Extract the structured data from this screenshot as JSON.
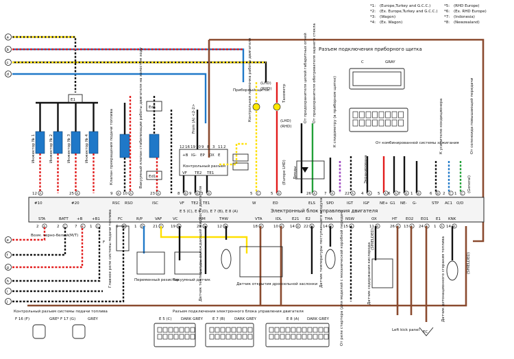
{
  "notes": [
    {
      "id": "*1:",
      "text": "(Europe,Turkey and G.C.C.)"
    },
    {
      "id": "*2:",
      "text": "(Ex. Europe,Turkey and G.C.C.)"
    },
    {
      "id": "*3:",
      "text": "(Wagon)"
    },
    {
      "id": "*4:",
      "text": "(Ex. Wagon)"
    },
    {
      "id": "*5:",
      "text": "(RHD Europe)"
    },
    {
      "id": "*6:",
      "text": "(Ex. RHD Europe)"
    },
    {
      "id": "*7:",
      "text": "(Indonesia)"
    },
    {
      "id": "*8:",
      "text": "(Newzealand)"
    }
  ],
  "left_markers": [
    "a",
    "b",
    "c",
    "d",
    "e",
    "f",
    "g",
    "h",
    "i",
    "j"
  ],
  "dash_panel_title": "Разъем подключения приборного щитка",
  "connector_c": {
    "code": "C",
    "colour": "GRAY"
  },
  "ecu": {
    "title": "Электронный блок управления двигателя",
    "connector_note": "E 5 (C), E 6 (D), E 7 (B), E 8 (A)",
    "top_pins": [
      {
        "num": "12",
        "letter": "A",
        "name": "#10"
      },
      {
        "num": "25",
        "letter": "A",
        "name": "#20"
      },
      {
        "num": "9",
        "letter": "A",
        "name": "RSC"
      },
      {
        "num": "10",
        "letter": "A",
        "name": "RSO"
      },
      {
        "num": "23",
        "letter": "A",
        "name": "ISC"
      },
      {
        "num": "8",
        "letter": "B",
        "name": "VF"
      },
      {
        "num": "9",
        "letter": "B",
        "name": "TE2"
      },
      {
        "num": "3",
        "letter": "B",
        "name": "TE1"
      },
      {
        "num": "5",
        "letter": "C",
        "name": "W"
      },
      {
        "num": "5",
        "letter": "B",
        "name": "ED"
      },
      {
        "num": "26",
        "letter": "A",
        "name": "ELS"
      },
      {
        "num": "7",
        "letter": "A",
        "name": "SPD"
      },
      {
        "num": "22",
        "letter": "A",
        "name": "IGT"
      },
      {
        "num": "4",
        "letter": "A",
        "name": "IGF"
      },
      {
        "num": "5",
        "letter": "A",
        "name": "NE+"
      },
      {
        "num": "6",
        "letter": "A",
        "name": "G1"
      },
      {
        "num": "7",
        "letter": "B",
        "name": "NE-"
      },
      {
        "num": "1",
        "letter": "B",
        "name": "G-"
      },
      {
        "num": "6",
        "letter": "B",
        "name": "STP"
      },
      {
        "num": "2",
        "letter": "C",
        "name": "AC1"
      },
      {
        "num": "1",
        "letter": "C",
        "name": "O/D"
      }
    ],
    "bottom_pins": [
      {
        "num": "2",
        "letter": "A",
        "name": "STA"
      },
      {
        "num": "2",
        "letter": "C",
        "name": "BATT"
      },
      {
        "num": "7",
        "letter": "C",
        "name": "+B"
      },
      {
        "num": "1",
        "letter": "C",
        "name": "+B1"
      },
      {
        "num": "6",
        "letter": "C",
        "name": "FC"
      },
      {
        "num": "1",
        "letter": "D",
        "name": "R/P"
      },
      {
        "num": "21",
        "letter": "B",
        "name": "VAF"
      },
      {
        "num": "19",
        "letter": "B",
        "name": "VC"
      },
      {
        "num": "20",
        "letter": "B",
        "name": "PIM"
      },
      {
        "num": "12",
        "letter": "B",
        "name": "THW"
      },
      {
        "num": "18",
        "letter": "B",
        "name": "VTA"
      },
      {
        "num": "10",
        "letter": "B",
        "name": "IDL"
      },
      {
        "num": "14",
        "letter": "B",
        "name": "E21"
      },
      {
        "num": "22",
        "letter": "B",
        "name": "E2"
      },
      {
        "num": "14",
        "letter": "B",
        "name": "THA"
      },
      {
        "num": "15",
        "letter": "A",
        "name": "NSW"
      },
      {
        "num": "11",
        "letter": "B",
        "name": "OX"
      },
      {
        "num": "26",
        "letter": "A",
        "name": "HT"
      },
      {
        "num": "13",
        "letter": "A",
        "name": "EO2"
      },
      {
        "num": "24",
        "letter": "A",
        "name": "EO1"
      },
      {
        "num": "1",
        "letter": "A",
        "name": "E1"
      },
      {
        "num": "14",
        "letter": "B",
        "name": "KNK"
      }
    ]
  },
  "components": {
    "injectors": [
      "Инжектор № 1",
      "Инжектор № 2",
      "Инжектор № 3",
      "Инжектор № 4"
    ],
    "injector_pin_label": "E1",
    "fuel_valve": "Клапан прекращения подачи топлива",
    "isc_valve": "Вакуумный клапан стабилизации работы двигателя на холостом ходу",
    "diag_connector": "Контрольный разъем",
    "diag_terms": [
      "+B",
      "IG-",
      "EP",
      "OX",
      "E",
      "VF",
      "TE2",
      "TE1"
    ],
    "diag_pins": [
      "12",
      "16",
      "19",
      "10",
      "9",
      "8",
      "3",
      "11",
      "2"
    ],
    "diag_from": "From (A) <2-2>",
    "ed1": "Ed1",
    "lamp_check": "Контрольная лампочка работы двигателя",
    "tacho": "Тахометр",
    "check_panel": "Приборный щиток",
    "lhd_tag": "(LHD)",
    "rhd_tag": "(RHD)",
    "europe_lhd": "(Europe LHD)",
    "lights_note": "От предохранителя цепей габаритных огней",
    "lights_note2": "От предохранителя обогревателя заднего стекла",
    "spd_note": "К спидометру (в приборном щитке)",
    "diodes": "Диоды",
    "shielded": "Экранирована",
    "ign_system": "От комбинированной системы зажигания",
    "ac_note": "К усилителю кондиционера",
    "od_note": "От соленоида повышающей передачи",
    "general_tag": "(General)",
    "main_relay": "Главное реле системы подачи топлива",
    "vsv": "Переменный резистор",
    "vac_sensor": "Вакуумный датчик",
    "thw_sensor": "Датчик температуры охлаждающей жидкости двигателя",
    "tps": "Датчик открытия дроссельной заслонки",
    "tha_sensor": "Датчик температуры поступающего воздуха",
    "oxy_sensor": "Датчик содержания кислорода",
    "knock_sensor": "Датчик детонационного сгорания топлива",
    "starter_note": "От реле стартера (для моделей с механической коробкой передач)",
    "shielded_en": "(SHIELDED)",
    "left_kick_panel": "Left kick panel",
    "ec": "EC",
    "mt_label": "Возм. черно-белый(M/T)",
    "fuel_relay_ctrl": "Контрольный разъем системы подачи топлива",
    "fuel_relay_pin": "F 16 (F)",
    "fuel_relay_colour": "GREY",
    "gre_label": "GRE*",
    "f17": "F 17 (G)",
    "f_tag": "F"
  },
  "bottom_connectors": {
    "title": "Разъем подключения электронного блока управления двигателя",
    "items": [
      {
        "code": "E 5",
        "letter": "C",
        "colour": "DARK GREY"
      },
      {
        "code": "E 6",
        "letter": "D",
        "colour": "DARK GREY"
      },
      {
        "code": "E 7",
        "letter": "B",
        "colour": "DARK GREY"
      },
      {
        "code": "E 8",
        "letter": "A",
        "colour": "DARK GREY"
      }
    ],
    "e7_label": "E 7 (B)",
    "e6_label": "E 6 (D)",
    "e8_label": "E 8 (A)",
    "e5_label": "E 5 (C)"
  }
}
